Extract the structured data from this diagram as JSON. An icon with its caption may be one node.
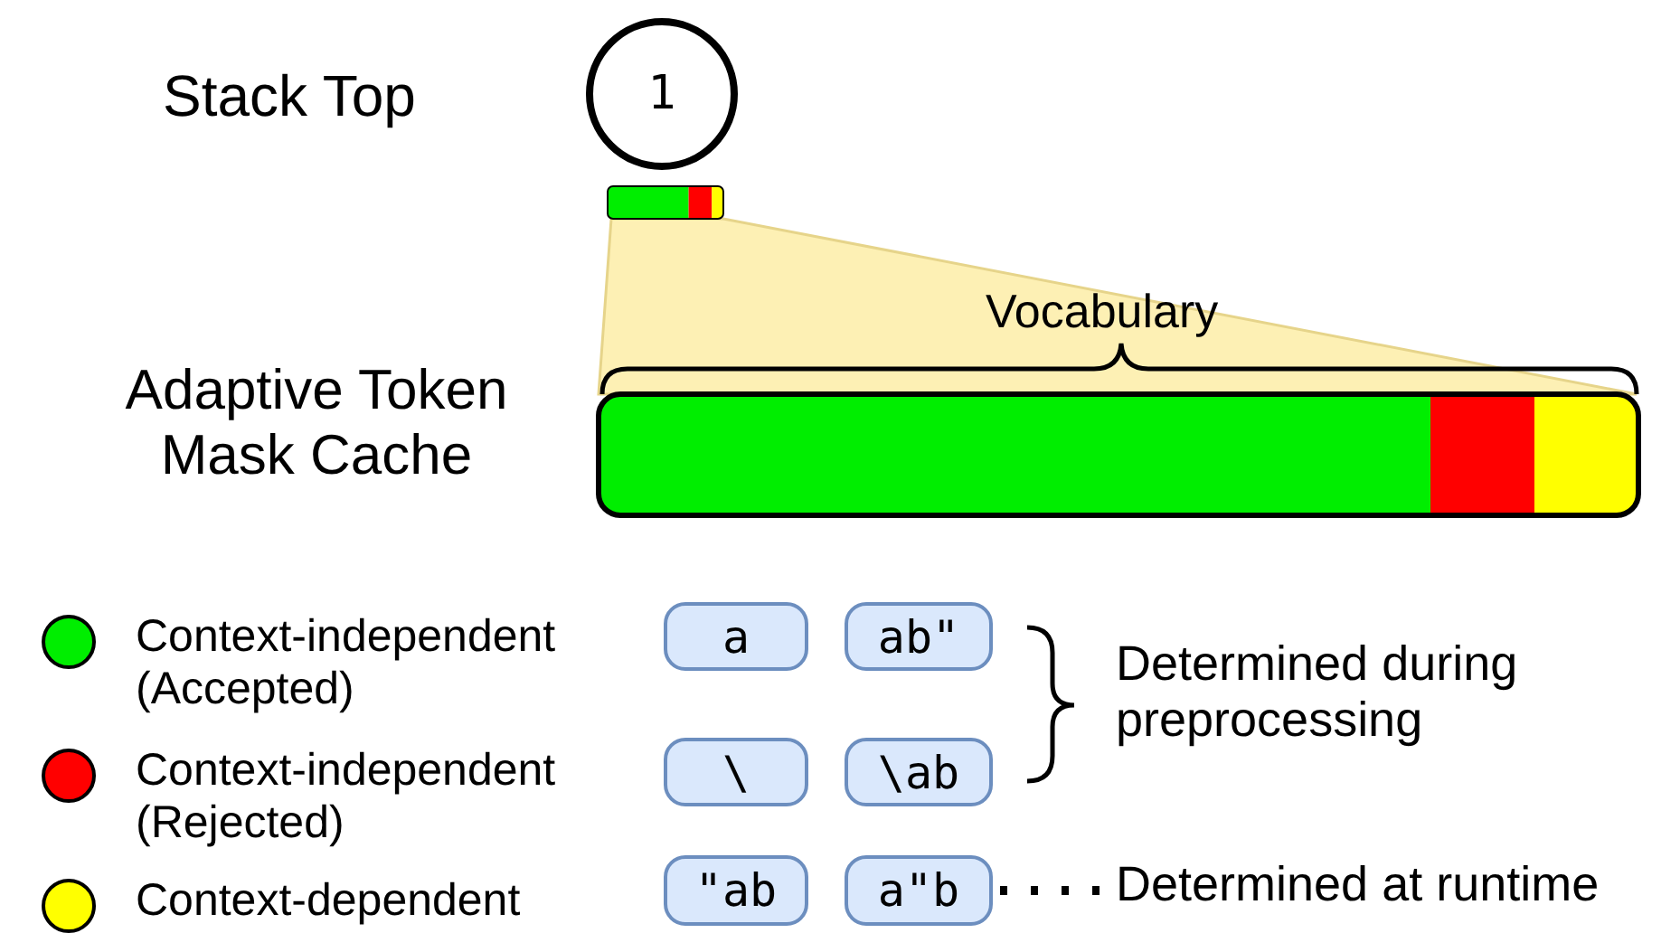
{
  "diagram": {
    "nodes": [
      {
        "text": [
          "1"
        ]
      },
      {
        "text": [
          "a"
        ]
      },
      {
        "text": [
          "ab\""
        ]
      },
      {
        "text": [
          "\\"
        ]
      },
      {
        "text": [
          "\\ab"
        ]
      },
      {
        "text": [
          "\"ab"
        ]
      },
      {
        "text": [
          "a\"b"
        ]
      },
      {
        "text": [
          "Determined at runtime"
        ]
      }
    ],
    "edges": [
      {
        "from": 6,
        "to": 7,
        "arrow": "none",
        "style": "dashed"
      }
    ],
    "labels": [
      "Stack Top",
      "Vocabulary",
      "Adaptive Token Mask Cache",
      "Determined during preprocessing"
    ],
    "legend": [
      {
        "text": "Context-independent (Accepted)",
        "color": "#00ee00"
      },
      {
        "text": "Context-independent (Rejected)",
        "color": "#ff0000"
      },
      {
        "text": "Context-dependent",
        "color": "#ffff00"
      }
    ]
  }
}
